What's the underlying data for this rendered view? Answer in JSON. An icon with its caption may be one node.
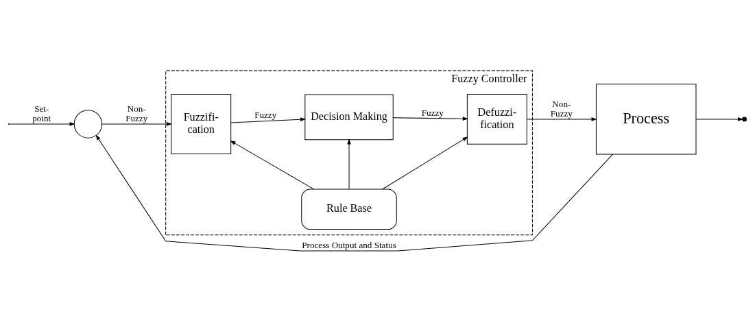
{
  "diagram": {
    "nodes": [
      {
        "text": [
          "Fuzzy Controller"
        ]
      },
      {
        "text": [
          "Rule Base"
        ],
        "in": 0
      },
      {
        "text": [
          "Fuzzifi- cation"
        ],
        "in": 0
      },
      {
        "text": [
          "Decision Making"
        ],
        "in": 0
      },
      {
        "text": [
          "Defuzzi- fication"
        ],
        "in": 0
      },
      {
        "text": [],
        "shape": "circle"
      },
      {
        "text": [
          "Process"
        ]
      }
    ],
    "edges": [
      {
        "from": null,
        "to": 5,
        "arrow": "to",
        "label": "Set- point"
      },
      {
        "from": 5,
        "to": 2,
        "arrow": "to",
        "label": "Non- Fuzzy"
      },
      {
        "from": 1,
        "to": 2,
        "arrow": "to"
      },
      {
        "from": 1,
        "to": 3,
        "arrow": "to"
      },
      {
        "from": 1,
        "to": 4,
        "arrow": "to"
      },
      {
        "from": 2,
        "to": 3,
        "arrow": "to",
        "label": "Fuzzy"
      },
      {
        "from": 3,
        "to": 4,
        "arrow": "to",
        "label": "Fuzzy"
      },
      {
        "from": 4,
        "to": 6,
        "arrow": "to",
        "label": "Non- Fuzzy"
      },
      {
        "from": 6,
        "to": null,
        "arrow": "to"
      },
      {
        "from": 6,
        "to": 5,
        "arrow": "to",
        "label": "Process Output and Status"
      }
    ]
  }
}
